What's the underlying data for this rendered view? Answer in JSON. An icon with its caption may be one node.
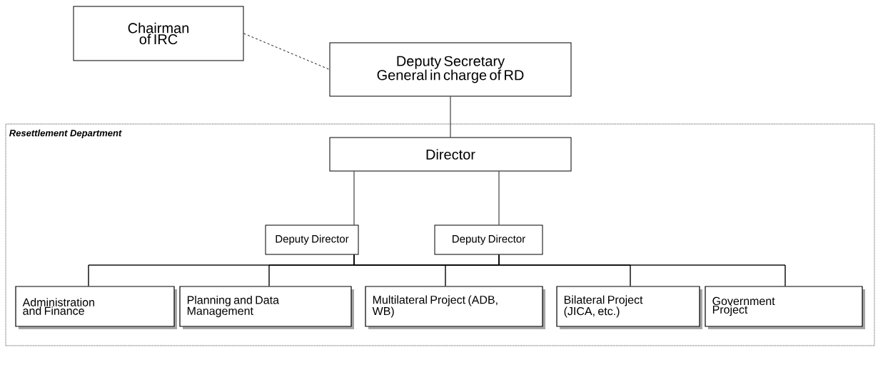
{
  "diagram": {
    "nodes": [
      {
        "text": [
          "Chairman of IRC"
        ]
      },
      {
        "text": [
          "Deputy Secretary General in charge of RD"
        ]
      },
      {
        "text": [
          "Resettlement Department"
        ]
      },
      {
        "text": [
          "Director"
        ],
        "in": 2
      },
      {
        "text": [
          "Deputy Director"
        ],
        "in": 2
      },
      {
        "text": [
          "Deputy Director"
        ],
        "in": 2
      },
      {
        "text": [
          "Administration and Finance"
        ],
        "in": 2
      },
      {
        "text": [
          "Planning and Data Management"
        ],
        "in": 2
      },
      {
        "text": [
          "Multilateral Project (ADB, WB)"
        ],
        "in": 2
      },
      {
        "text": [
          "Bilateral Project (JICA, etc.)"
        ],
        "in": 2
      },
      {
        "text": [
          "Government Project"
        ],
        "in": 2
      }
    ],
    "edges": [
      {
        "from": 0,
        "to": 1,
        "arrow": "none",
        "style": "dashed"
      },
      {
        "from": 1,
        "to": 3,
        "arrow": "none"
      },
      {
        "from": 3,
        "to": 4,
        "arrow": "none"
      },
      {
        "from": 3,
        "to": 5,
        "arrow": "none"
      },
      {
        "from": 4,
        "to": 6,
        "arrow": "none"
      },
      {
        "from": 4,
        "to": 7,
        "arrow": "none"
      },
      {
        "from": 4,
        "to": 8,
        "arrow": "none"
      },
      {
        "from": 4,
        "to": 9,
        "arrow": "none"
      },
      {
        "from": 4,
        "to": 10,
        "arrow": "none"
      },
      {
        "from": 5,
        "to": 6,
        "arrow": "none"
      },
      {
        "from": 5,
        "to": 7,
        "arrow": "none"
      },
      {
        "from": 5,
        "to": 8,
        "arrow": "none"
      },
      {
        "from": 5,
        "to": 9,
        "arrow": "none"
      },
      {
        "from": 5,
        "to": 10,
        "arrow": "none"
      }
    ]
  }
}
